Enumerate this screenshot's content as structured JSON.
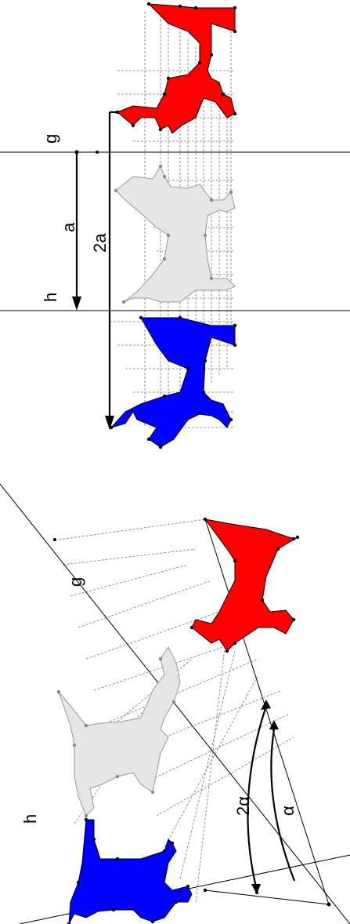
{
  "top_panel": {
    "line_g_label": "g",
    "line_h_label": "h",
    "dist_a_label": "a",
    "dist_2a_label": "2a"
  },
  "bottom_panel": {
    "line_g_label": "g",
    "line_h_label": "h",
    "angle_alpha_label": "α",
    "angle_2alpha_label": "2α"
  },
  "colors": {
    "original": "#0000ff",
    "intermediate": "#e6e6e6",
    "intermediate_stroke": "#999999",
    "image": "#ff0000",
    "outline": "#000000",
    "projection": "#777777"
  }
}
